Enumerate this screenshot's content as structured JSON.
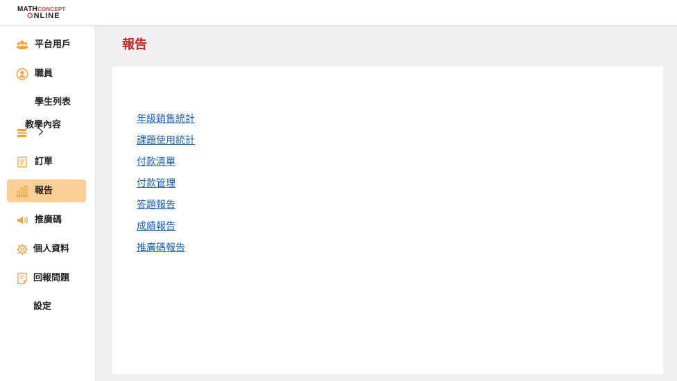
{
  "logo": {
    "line1_a": "M",
    "line1_b": "ATH",
    "line1_c": "CONCEPT",
    "line2_a": "O",
    "line2_b": "NLINE"
  },
  "sidebar": {
    "items": [
      {
        "label": "平台用戶",
        "icon": "users-icon"
      },
      {
        "label": "職員",
        "icon": "person-circle-icon"
      },
      {
        "label": "學生列表",
        "icon": ""
      },
      {
        "label": "教學內容",
        "icon": "books-icon"
      },
      {
        "label": "訂單",
        "icon": "document-icon"
      },
      {
        "label": "報告",
        "icon": "bar-chart-icon",
        "active": true
      },
      {
        "label": "推廣碼",
        "icon": "megaphone-icon"
      },
      {
        "label": "個人資料",
        "icon": "gear-icon"
      },
      {
        "label": "回報問題",
        "icon": "report-problem-icon"
      },
      {
        "label": "設定",
        "icon": ""
      }
    ]
  },
  "main": {
    "title": "報告",
    "links": [
      "年級銷售統計",
      "課題使用統計",
      "付款清單",
      "付款管理",
      "答題報告",
      "成績報告",
      "推廣碼報告"
    ]
  },
  "colors": {
    "accent": "#c62828",
    "active_bg": "#fbcf95",
    "icon_orange": "#f5a23c",
    "link": "#1a5fa8"
  }
}
